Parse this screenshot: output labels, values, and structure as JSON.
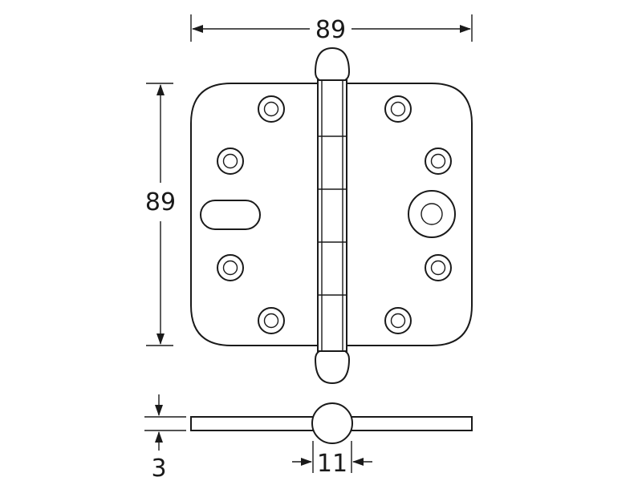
{
  "dimensions": {
    "width_label": "89",
    "height_label": "89",
    "thickness_label": "3",
    "knuckle_label": "11"
  },
  "colors": {
    "stroke": "#1a1a1a",
    "background": "#ffffff"
  }
}
